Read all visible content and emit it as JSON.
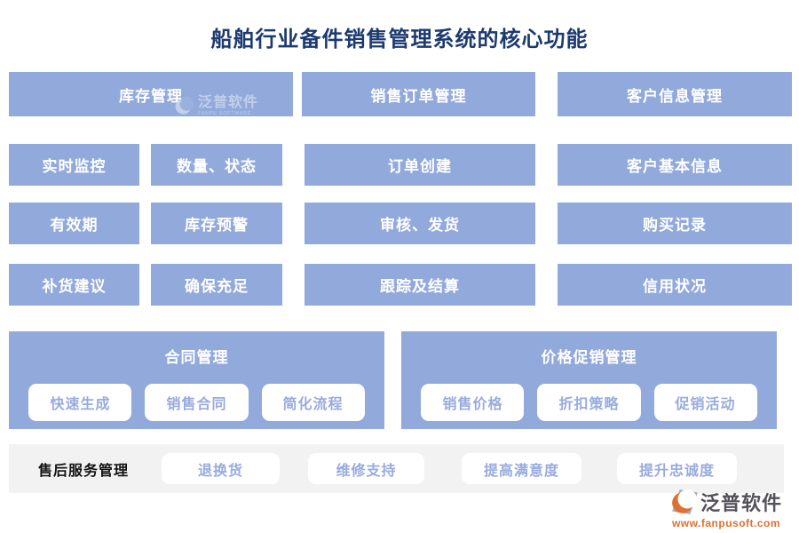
{
  "title": "船舶行业备件销售管理系统的核心功能",
  "grid": {
    "headers": [
      "库存管理",
      "销售订单管理",
      "客户信息管理"
    ],
    "col_inventory": [
      [
        "实时监控",
        "数量、状态"
      ],
      [
        "有效期",
        "库存预警"
      ],
      [
        "补货建议",
        "确保充足"
      ]
    ],
    "col_orders": [
      "订单创建",
      "审核、发货",
      "跟踪及结算"
    ],
    "col_customers": [
      "客户基本信息",
      "购买记录",
      "信用状况"
    ]
  },
  "sections": {
    "contract": {
      "title": "合同管理",
      "buttons": [
        "快速生成",
        "销售合同",
        "简化流程"
      ]
    },
    "pricing": {
      "title": "价格促销管理",
      "buttons": [
        "销售价格",
        "折扣策略",
        "促销活动"
      ]
    }
  },
  "aftersales": {
    "label": "售后服务管理",
    "buttons": [
      "退换货",
      "维修支持",
      "提高满意度",
      "提升忠诚度"
    ]
  },
  "watermark": {
    "name": "泛普软件",
    "sub": "FANPU SOFTWARE"
  },
  "footer_logo": {
    "name": "泛普软件",
    "url": "www.fanpusoft.com"
  },
  "colors": {
    "block": "#92a9dc",
    "navy": "#1d3a70",
    "pill_text": "#98abdf",
    "bar": "#f2f2f2",
    "label_text": "#111111",
    "logo_gray": "#a8adb8",
    "logo_text": "#55515a",
    "orange": "#dd7033"
  }
}
